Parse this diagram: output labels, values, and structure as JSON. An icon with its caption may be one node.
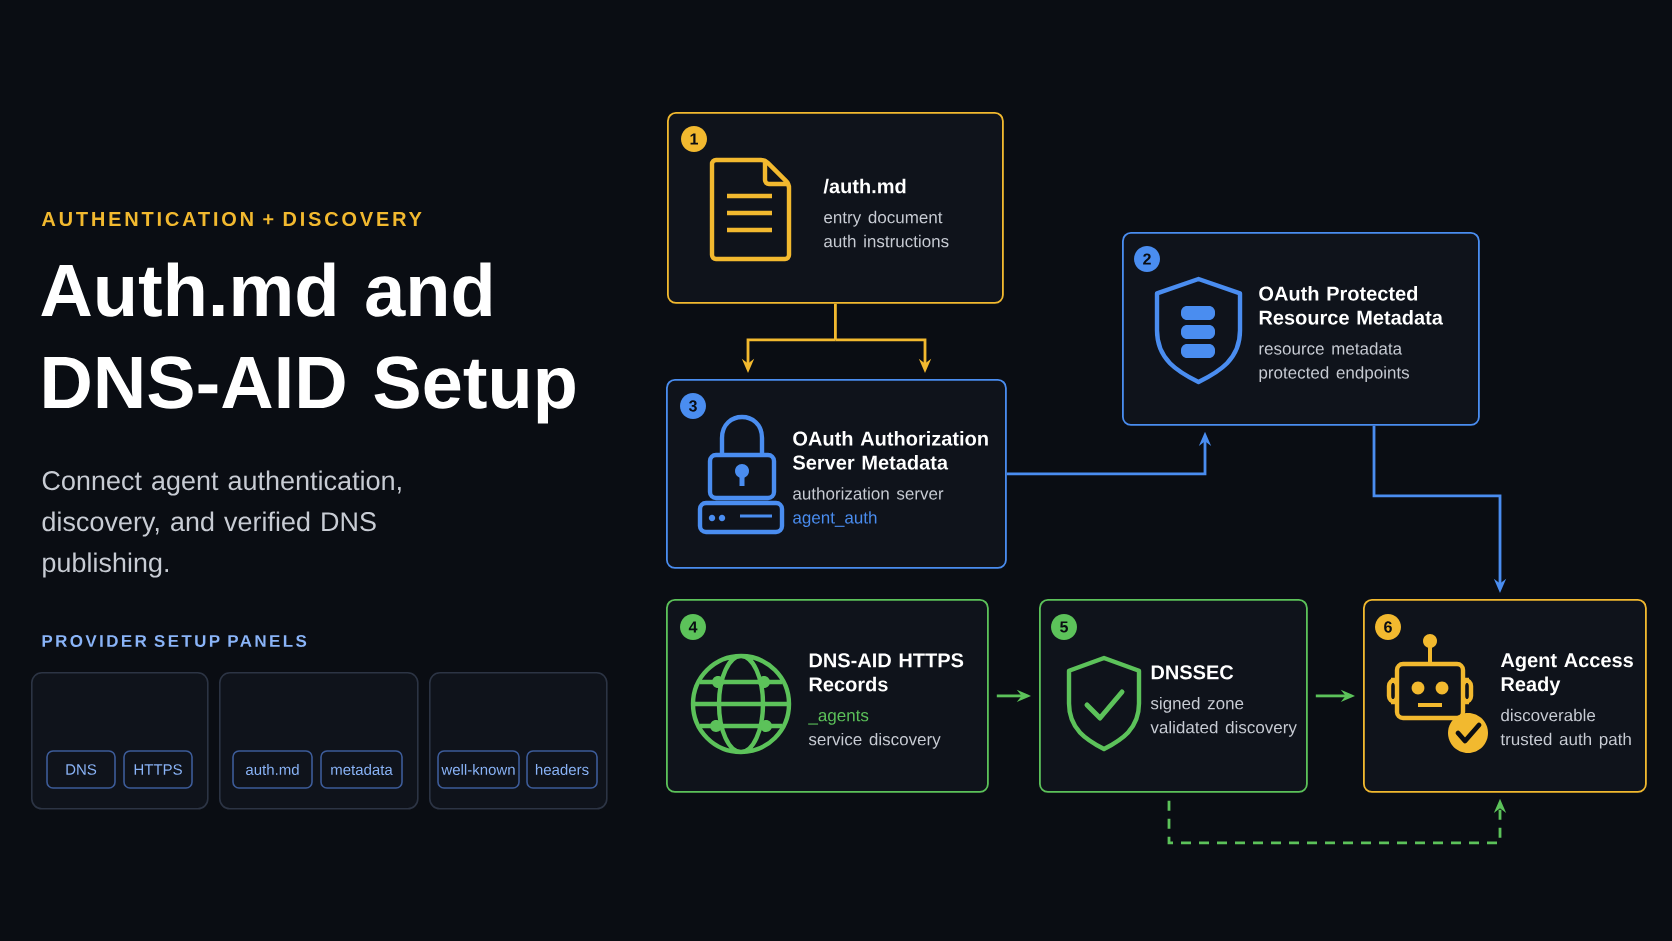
{
  "diagram": {
    "title": "Auth.md and DNS-AID Setup",
    "nodes": [
      {
        "text": [
          "1",
          "/auth.md",
          "entry document auth instructions"
        ]
      },
      {
        "text": [
          "2",
          "OAuth Protected Resource Metadata",
          "resource metadata protected endpoints"
        ]
      },
      {
        "text": [
          "3",
          "OAuth Authorization Server Metadata",
          "authorization server",
          "agent_auth"
        ]
      },
      {
        "text": [
          "4",
          "DNS-AID HTTPS Records",
          "_agents",
          "service discovery"
        ]
      },
      {
        "text": [
          "5",
          "DNSSEC",
          "signed zone",
          "validated discovery"
        ]
      },
      {
        "text": [
          "6",
          "Agent Access Ready",
          "discoverable trusted auth path"
        ]
      },
      {
        "text": [],
        "shape": "box"
      },
      {
        "text": [
          "DNS"
        ],
        "in": 6
      },
      {
        "text": [
          "HTTPS"
        ],
        "in": 6
      },
      {
        "text": [],
        "shape": "box"
      },
      {
        "text": [
          "auth.md"
        ],
        "in": 9
      },
      {
        "text": [
          "metadata"
        ],
        "in": 9
      },
      {
        "text": [],
        "shape": "box"
      },
      {
        "text": [
          "well-known"
        ],
        "in": 12
      },
      {
        "text": [
          "headers"
        ],
        "in": 12
      }
    ],
    "edges": [
      {
        "from": 0,
        "to": 2,
        "arrow": "to",
        "color": "#f2b92f"
      },
      {
        "from": 2,
        "to": 1,
        "arrow": "to",
        "color": "#4a8df0"
      },
      {
        "from": 1,
        "to": 5,
        "arrow": "to",
        "color": "#4a8df0"
      },
      {
        "from": 3,
        "to": 4,
        "arrow": "to",
        "color": "#5cc25a"
      },
      {
        "from": 4,
        "to": 5,
        "arrow": "to",
        "color": "#5cc25a"
      },
      {
        "from": 4,
        "to": 5,
        "arrow": "to",
        "color": "#5cc25a",
        "style": "dashed"
      }
    ],
    "labels": [
      "AUTHENTICATION + DISCOVERY",
      "Connect agent authentication, discovery, and verified DNS publishing.",
      "PROVIDER SETUP PANELS"
    ]
  }
}
